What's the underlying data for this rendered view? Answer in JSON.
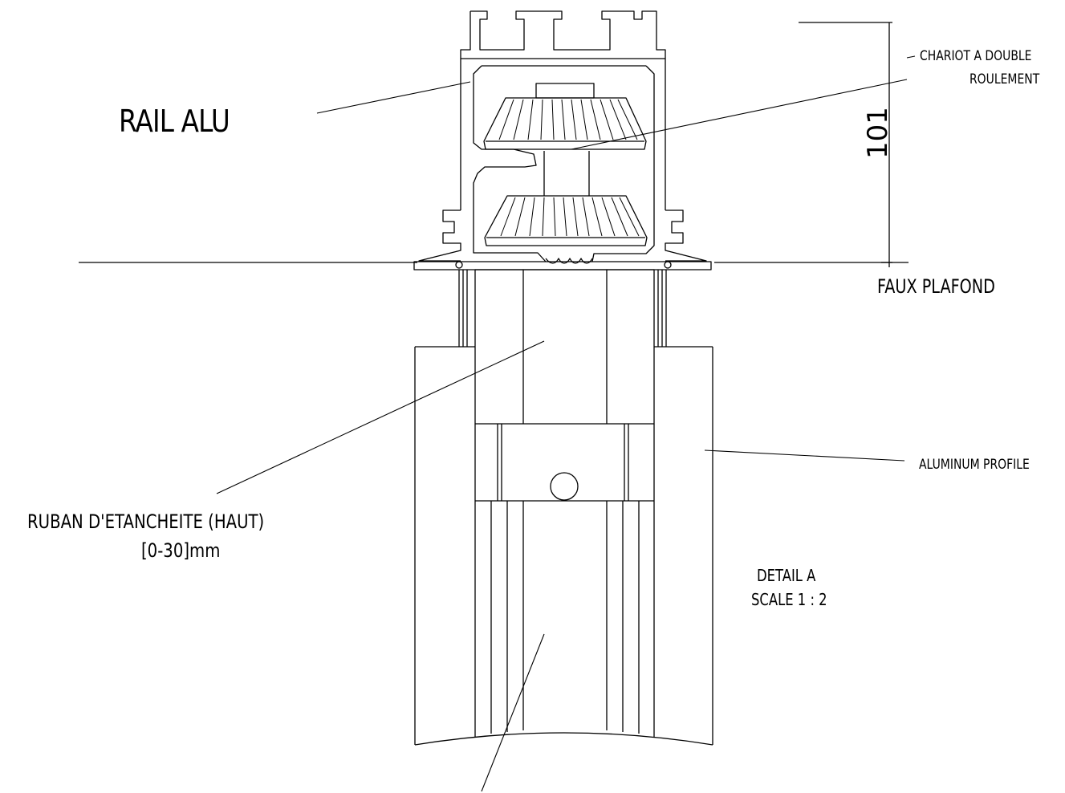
{
  "labels": {
    "rail": "RAIL ALU",
    "chariot_line1": "CHARIOT A DOUBLE",
    "chariot_line2": "ROULEMENT",
    "dimension": "101",
    "faux_plafond": "FAUX PLAFOND",
    "aluminum_profile": "ALUMINUM PROFILE",
    "ruban_line1": "RUBAN D'ETANCHEITE (HAUT)",
    "ruban_line2": "[0-30]mm",
    "detail_line1": "DETAIL A",
    "detail_line2": "SCALE 1 : 2"
  },
  "colors": {
    "stroke": "#000000",
    "background": "#ffffff"
  }
}
